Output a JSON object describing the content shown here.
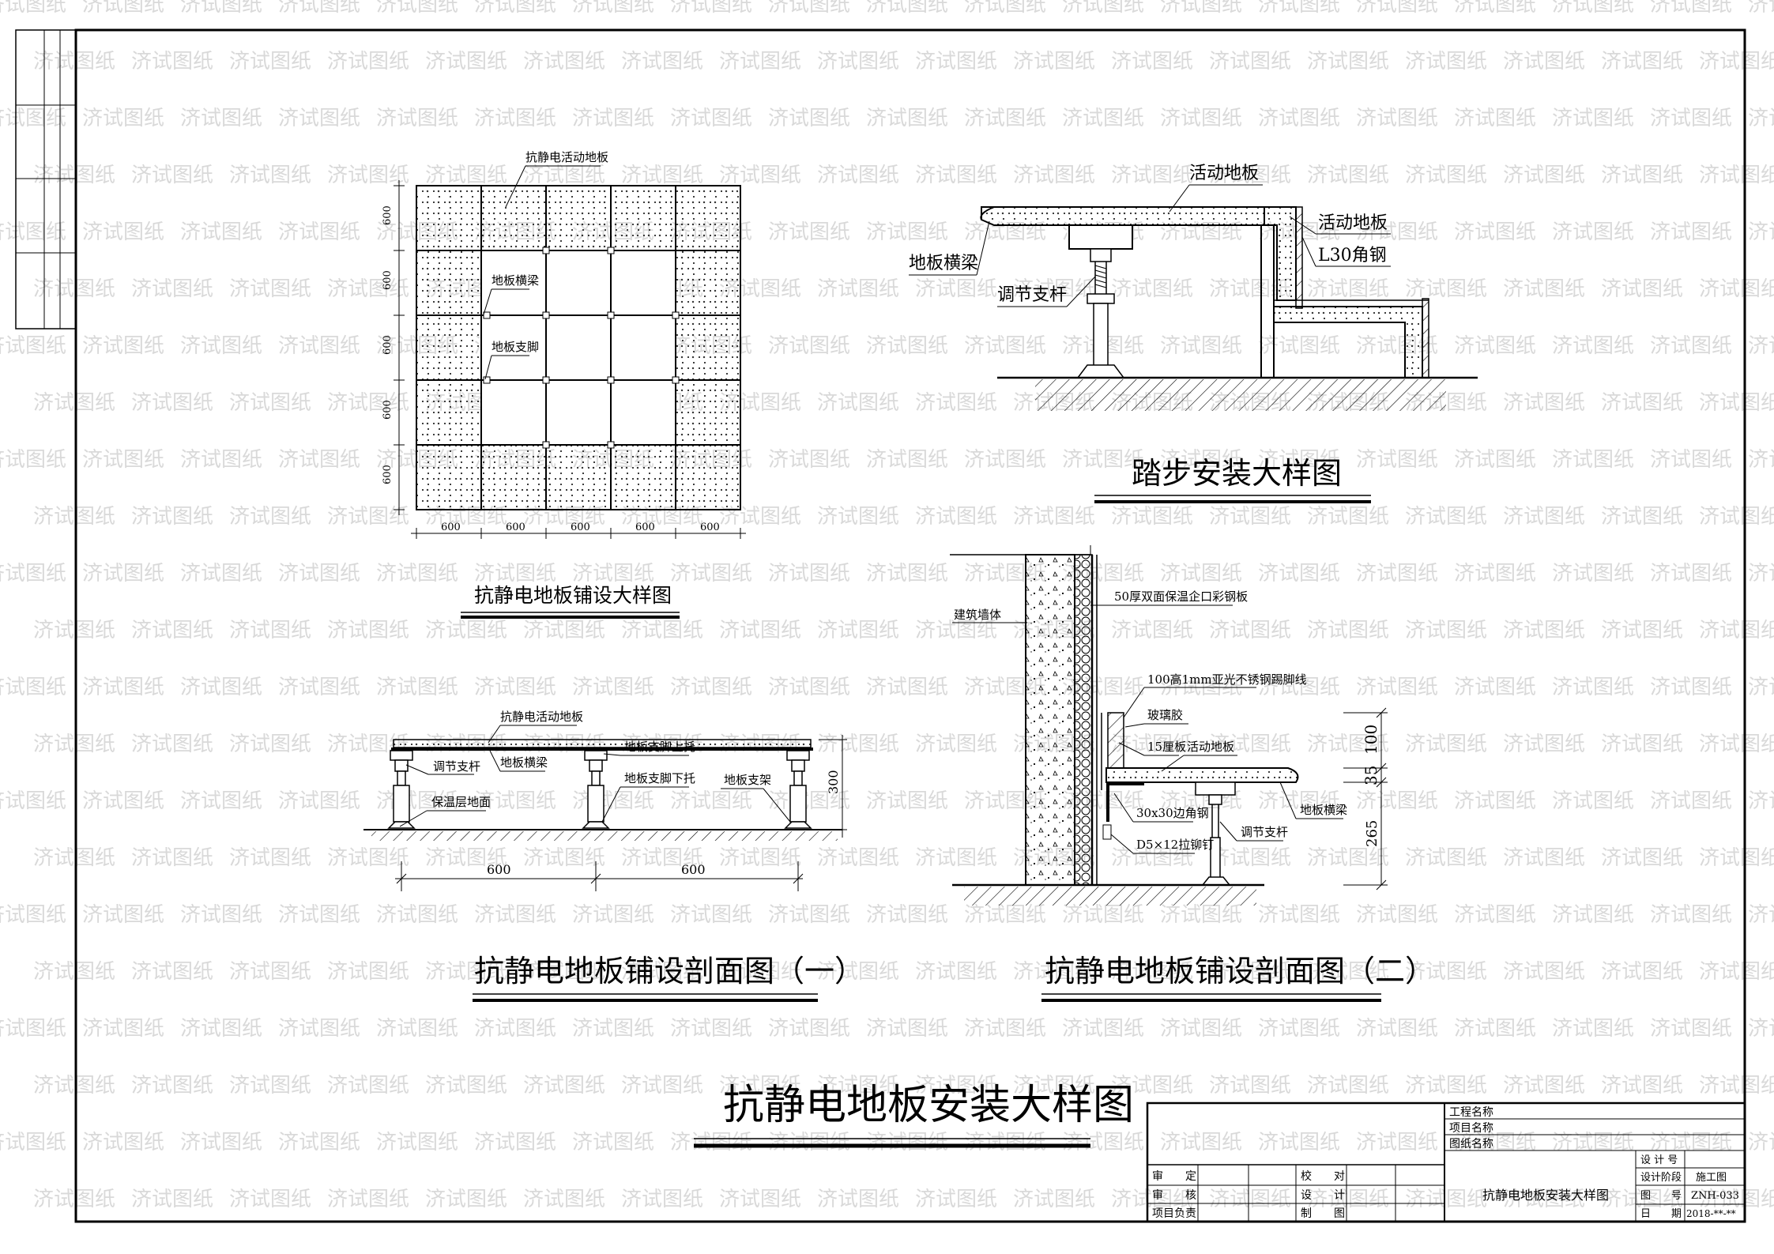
{
  "main_title": "抗静电地板安装大样图",
  "watermark": "济试图纸",
  "plan_view": {
    "caption": "抗静电地板铺设大样图",
    "labels": {
      "panel": "抗静电活动地板",
      "beam": "地板横梁",
      "support": "地板支脚"
    },
    "dims_horizontal": [
      "600",
      "600",
      "600",
      "600",
      "600"
    ],
    "dims_vertical": [
      "600",
      "600",
      "600",
      "600",
      "600"
    ]
  },
  "step_detail": {
    "caption": "踏步安装大样图",
    "labels": {
      "floor_top": "活动地板",
      "floor_right": "活动地板",
      "angle": "L30角钢",
      "beam": "地板横梁",
      "rod": "调节支杆"
    }
  },
  "section_one": {
    "caption": "抗静电地板铺设剖面图（一）",
    "labels": {
      "panel": "抗静电活动地板",
      "rod": "调节支杆",
      "beam": "地板横梁",
      "upper": "地板支脚上托",
      "lower": "地板支脚下托",
      "stand": "地板支架",
      "ground": "保温层地面"
    },
    "height_dim": "300",
    "dims": [
      "600",
      "600"
    ]
  },
  "section_two": {
    "caption": "抗静电地板铺设剖面图（二）",
    "labels": {
      "wall": "建筑墙体",
      "panel50": "50厚双面保温企口彩钢板",
      "skirting": "100高1mm亚光不锈钢踢脚线",
      "glue": "玻璃胶",
      "board": "15厘板",
      "floor": "活动地板",
      "angle": "30x30边角钢",
      "rivet": "D5×12拉铆钉",
      "rod": "调节支杆",
      "beam": "地板横梁"
    },
    "dims": [
      "100",
      "35",
      "265"
    ]
  },
  "title_block": {
    "project_name_label": "工程名称",
    "item_name_label": "项目名称",
    "drawing_name_label": "图纸名称",
    "drawing_name": "抗静电地板安装大样图",
    "left_rows": [
      {
        "a": "审　　定",
        "b": "校　　对"
      },
      {
        "a": "审　　核",
        "b": "设　　计"
      },
      {
        "a": "项目负责",
        "b": "制　　图"
      }
    ],
    "right_rows": [
      {
        "k": "设 计 号",
        "v": ""
      },
      {
        "k": "设计阶段",
        "v": "施工图"
      },
      {
        "k": "图　　号",
        "v": "ZNH-033"
      },
      {
        "k": "日　　期",
        "v": "2018-**-**"
      }
    ]
  }
}
